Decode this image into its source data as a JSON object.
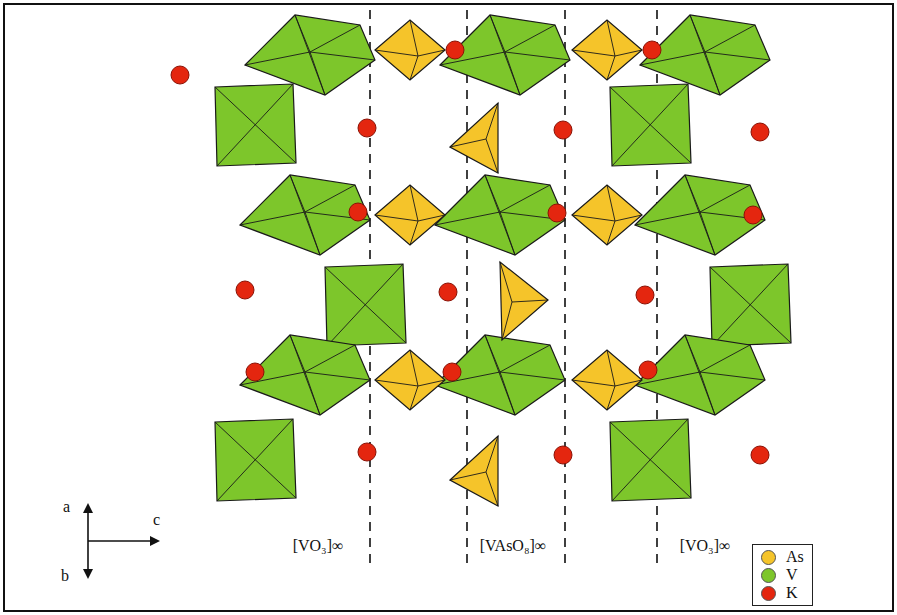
{
  "diagram": {
    "labels": [
      "[VO₃]∞",
      "[VAsO₈]∞",
      "[VO₃]∞",
      "a",
      "c",
      "b"
    ],
    "legend": [
      {
        "text": "As",
        "color": "#f5c42a"
      },
      {
        "text": "V",
        "color": "#7dc62b"
      },
      {
        "text": "K",
        "color": "#e4260f"
      }
    ]
  }
}
